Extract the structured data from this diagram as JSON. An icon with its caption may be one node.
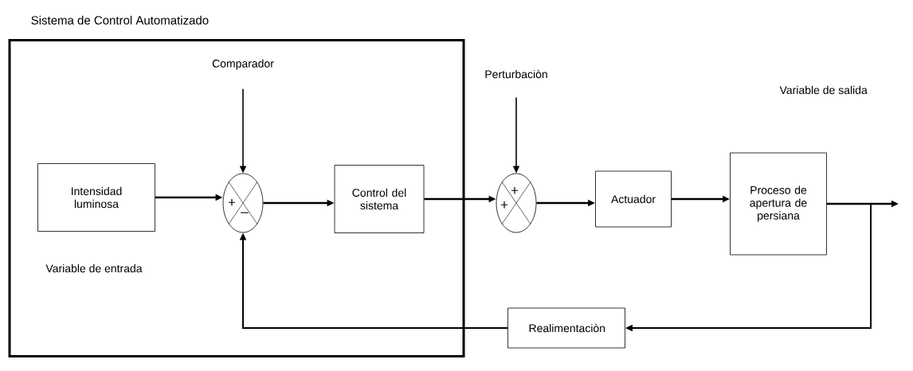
{
  "diagram": {
    "nodes": [
      {
        "text": [
          "Sistema de Control Automatizado"
        ]
      },
      {
        "text": [
          "Intensidad luminosa"
        ],
        "in": 0
      },
      {
        "text": [
          "Comparador"
        ],
        "in": 0
      },
      {
        "text": [
          "+",
          "–"
        ],
        "in": 0
      },
      {
        "text": [
          "Control del sistema"
        ],
        "in": 0
      },
      {
        "text": [
          "Perturbaciòn"
        ]
      },
      {
        "text": [
          "+",
          "+"
        ]
      },
      {
        "text": [
          "Actuador"
        ]
      },
      {
        "text": [
          "Proceso de apertura de persiana"
        ]
      },
      {
        "text": [
          "Realimentaciòn"
        ]
      }
    ],
    "edges": [
      {
        "from": 1,
        "to": 3,
        "arrow": "to"
      },
      {
        "from": 2,
        "to": 3,
        "arrow": "to"
      },
      {
        "from": 3,
        "to": 4,
        "arrow": "to"
      },
      {
        "from": 4,
        "to": 6,
        "arrow": "to"
      },
      {
        "from": 5,
        "to": 6,
        "arrow": "to"
      },
      {
        "from": 6,
        "to": 7,
        "arrow": "to"
      },
      {
        "from": 7,
        "to": 8,
        "arrow": "to"
      },
      {
        "from": 8,
        "to": null,
        "arrow": "to"
      },
      {
        "from": 8,
        "to": 9,
        "arrow": "to"
      },
      {
        "from": 9,
        "to": 3,
        "arrow": "to"
      }
    ],
    "labels": [
      "Variable de salida",
      "Variable de entrada"
    ]
  }
}
